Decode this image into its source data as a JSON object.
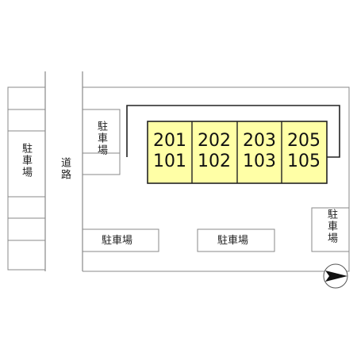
{
  "map": {
    "road_label": "道路",
    "parking_label": "駐車場",
    "building": {
      "fill": "#ffffa6",
      "units": [
        {
          "upper": "201",
          "lower": "101"
        },
        {
          "upper": "202",
          "lower": "102"
        },
        {
          "upper": "203",
          "lower": "103"
        },
        {
          "upper": "205",
          "lower": "105"
        }
      ]
    },
    "north_arrow": {
      "direction": "east",
      "icon": "north-arrow-icon"
    }
  }
}
